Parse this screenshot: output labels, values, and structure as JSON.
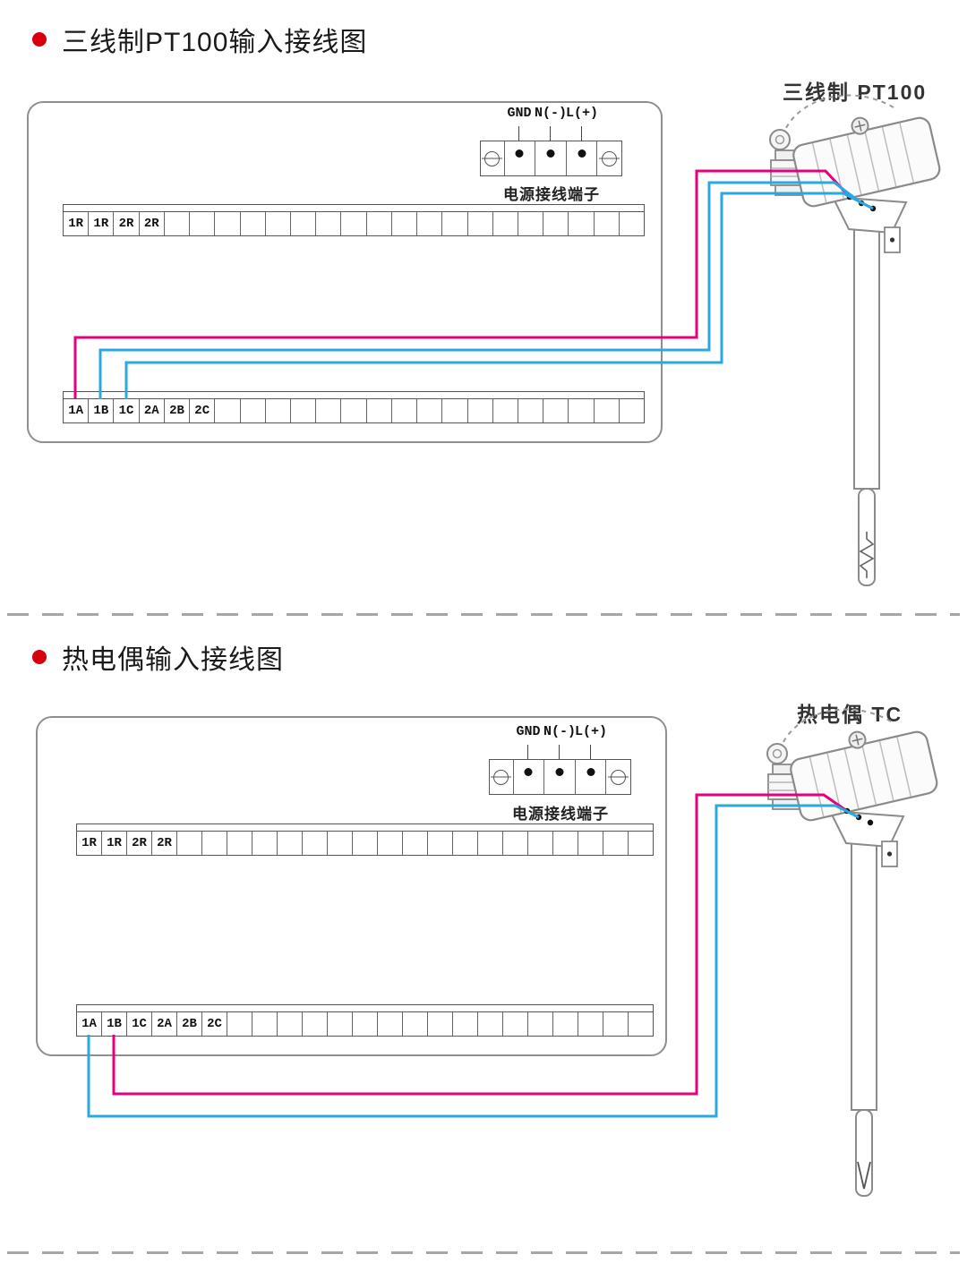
{
  "colors": {
    "wire_pink": "#e5007d",
    "wire_blue": "#2aa9e0",
    "outline_gray": "#8a8a8a",
    "bullet_red": "#d7000f"
  },
  "section1": {
    "title": "三线制PT100输入接线图",
    "sensor_label": "三线制 PT100",
    "power": {
      "labels": [
        "GND",
        "N(-)",
        "L(+)"
      ],
      "caption": "电源接线端子"
    },
    "strip_top": {
      "count": 23,
      "labels": [
        "1R",
        "1R",
        "2R",
        "2R"
      ]
    },
    "strip_bottom": {
      "count": 23,
      "labels": [
        "1A",
        "1B",
        "1C",
        "2A",
        "2B",
        "2C"
      ]
    }
  },
  "section2": {
    "title": "热电偶输入接线图",
    "sensor_label": "热电偶 TC",
    "power": {
      "labels": [
        "GND",
        "N(-)",
        "L(+)"
      ],
      "caption": "电源接线端子"
    },
    "strip_top": {
      "count": 23,
      "labels": [
        "1R",
        "1R",
        "2R",
        "2R"
      ]
    },
    "strip_bottom": {
      "count": 23,
      "labels": [
        "1A",
        "1B",
        "1C",
        "2A",
        "2B",
        "2C"
      ]
    }
  }
}
